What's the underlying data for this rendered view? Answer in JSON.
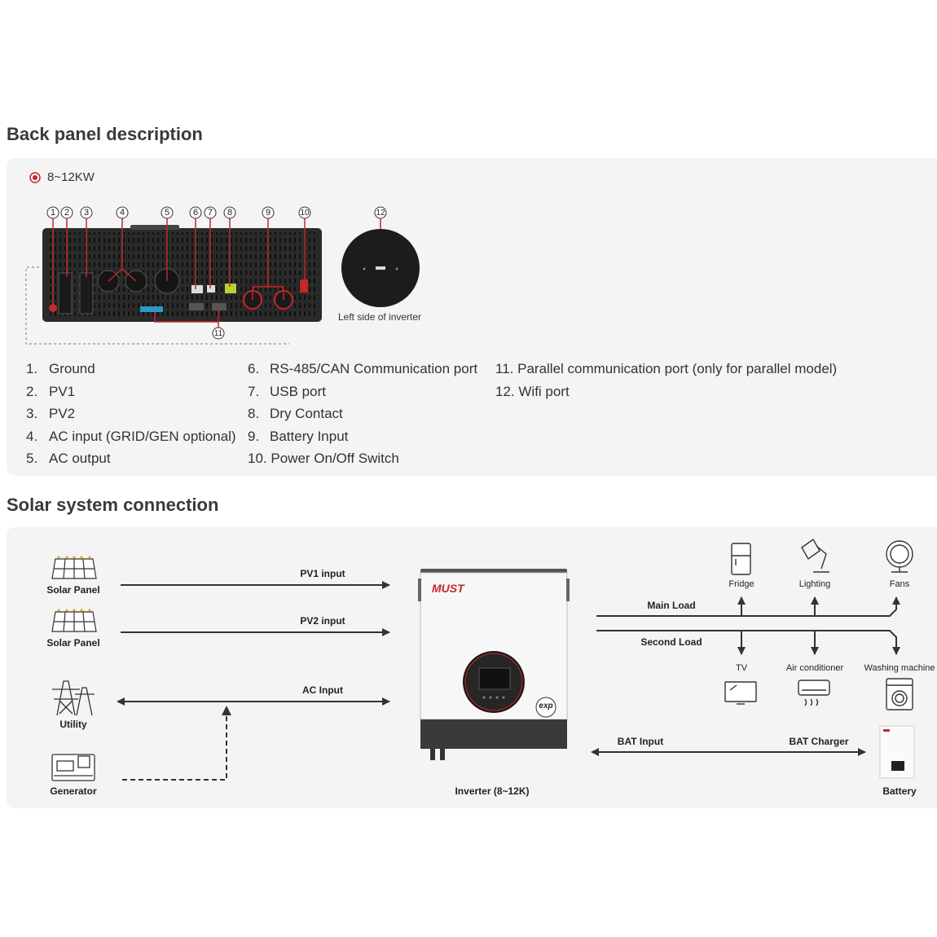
{
  "back_panel": {
    "title": "Back panel description",
    "model": "8~12KW",
    "callouts": [
      "1",
      "2",
      "3",
      "4",
      "5",
      "6",
      "7",
      "8",
      "9",
      "10",
      "11",
      "12"
    ],
    "left_side_caption": "Left side of inverter",
    "legend_col1": [
      {
        "num": "1.",
        "text": "Ground"
      },
      {
        "num": "2.",
        "text": "PV1"
      },
      {
        "num": "3.",
        "text": "PV2"
      },
      {
        "num": "4.",
        "text": "AC input (GRID/GEN optional)"
      },
      {
        "num": "5.",
        "text": "AC output"
      }
    ],
    "legend_col2": [
      {
        "num": "6.",
        "text": "RS-485/CAN Communication port"
      },
      {
        "num": "7.",
        "text": "USB port"
      },
      {
        "num": "8.",
        "text": "Dry Contact"
      },
      {
        "num": "9.",
        "text": "Battery Input"
      },
      {
        "num": "10.",
        "text": "Power On/Off Switch"
      }
    ],
    "legend_col3": [
      {
        "num": "11.",
        "text": "Parallel communication port (only for parallel model)"
      },
      {
        "num": "12.",
        "text": "Wifi port"
      }
    ]
  },
  "solar": {
    "title": "Solar system connection",
    "solar_panel_1": "Solar Panel",
    "solar_panel_2": "Solar Panel",
    "utility": "Utility",
    "generator": "Generator",
    "pv1_input": "PV1 input",
    "pv2_input": "PV2 input",
    "ac_input": "AC Input",
    "inverter_label": "Inverter (8~12K)",
    "brand": "MUST",
    "badge": "exp",
    "main_load": "Main Load",
    "second_load": "Second Load",
    "fridge": "Fridge",
    "lighting": "Lighting",
    "fans": "Fans",
    "tv": "TV",
    "air_conditioner": "Air conditioner",
    "washing_machine": "Washing machine",
    "bat_input": "BAT Input",
    "bat_charger": "BAT Charger",
    "battery": "Battery"
  },
  "colors": {
    "accent_red": "#c62828",
    "panel_bg": "#f4f4f4",
    "device_dark": "#2b2b2b"
  }
}
